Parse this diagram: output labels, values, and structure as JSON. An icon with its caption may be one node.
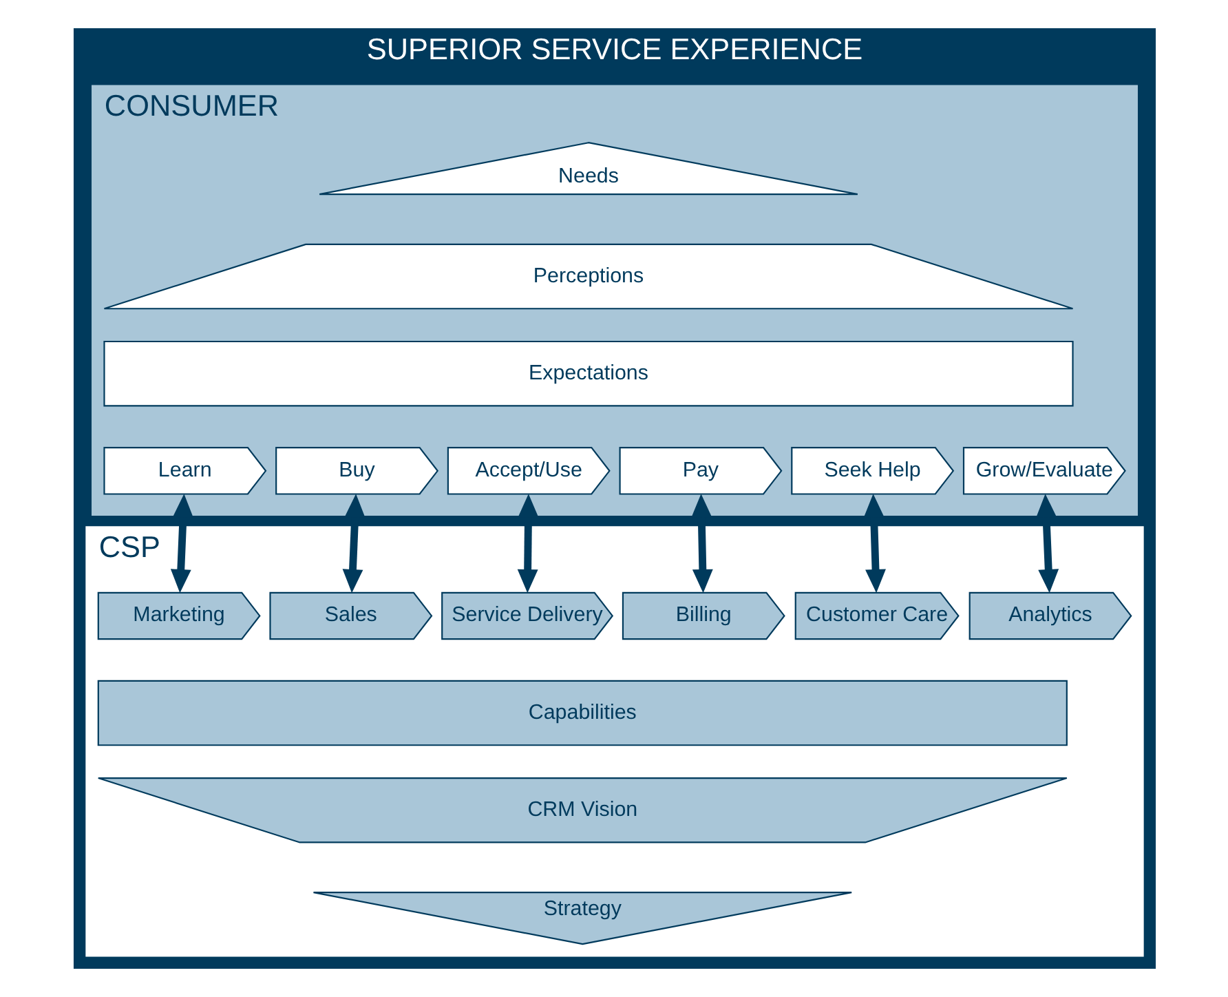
{
  "diagram": {
    "nodes": [
      {
        "text": [
          "SUPERIOR SERVICE EXPERIENCE"
        ]
      },
      {
        "text": [
          "CONSUMER"
        ],
        "in": 0
      },
      {
        "text": [
          "Needs"
        ],
        "in": 1
      },
      {
        "text": [
          "Perceptions"
        ],
        "in": 1
      },
      {
        "text": [
          "Expectations"
        ],
        "in": 1
      },
      {
        "text": [
          "Learn"
        ],
        "in": 1
      },
      {
        "text": [
          "Buy"
        ],
        "in": 1
      },
      {
        "text": [
          "Accept/Use"
        ],
        "in": 1
      },
      {
        "text": [
          "Pay"
        ],
        "in": 1
      },
      {
        "text": [
          "Seek Help"
        ],
        "in": 1
      },
      {
        "text": [
          "Grow/Evaluate"
        ],
        "in": 1
      },
      {
        "text": [
          "CSP"
        ],
        "in": 0
      },
      {
        "text": [
          "Marketing"
        ],
        "in": 11
      },
      {
        "text": [
          "Sales"
        ],
        "in": 11
      },
      {
        "text": [
          "Service Delivery"
        ],
        "in": 11
      },
      {
        "text": [
          "Billing"
        ],
        "in": 11
      },
      {
        "text": [
          "Customer Care"
        ],
        "in": 11
      },
      {
        "text": [
          "Analytics"
        ],
        "in": 11
      },
      {
        "text": [
          "Capabilities"
        ],
        "in": 11
      },
      {
        "text": [
          "CRM Vision"
        ],
        "in": 11
      },
      {
        "text": [
          "Strategy"
        ],
        "in": 11
      }
    ],
    "edges": [
      {
        "from": 5,
        "to": 12,
        "arrow": "both"
      },
      {
        "from": 6,
        "to": 13,
        "arrow": "both"
      },
      {
        "from": 7,
        "to": 14,
        "arrow": "both"
      },
      {
        "from": 8,
        "to": 15,
        "arrow": "both"
      },
      {
        "from": 9,
        "to": 16,
        "arrow": "both"
      },
      {
        "from": 10,
        "to": 17,
        "arrow": "both"
      }
    ]
  }
}
